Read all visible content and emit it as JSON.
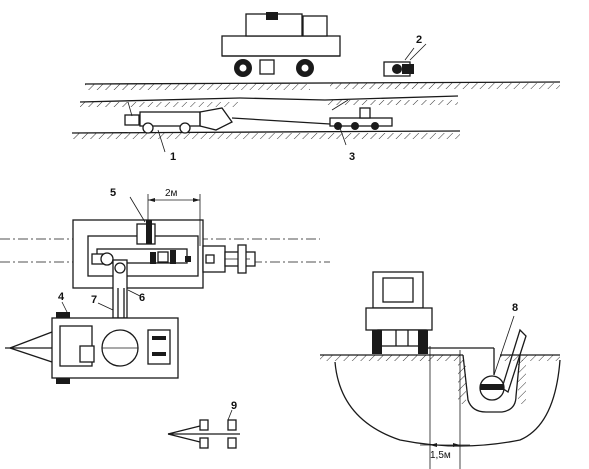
{
  "labels": {
    "l1": "1",
    "l2": "2",
    "l3": "3",
    "l4": "4",
    "l5": "5",
    "l6": "6",
    "l7": "7",
    "l8": "8",
    "l9": "9"
  },
  "dimensions": {
    "plan_spacing": "2м",
    "section_width": "1,5м"
  }
}
